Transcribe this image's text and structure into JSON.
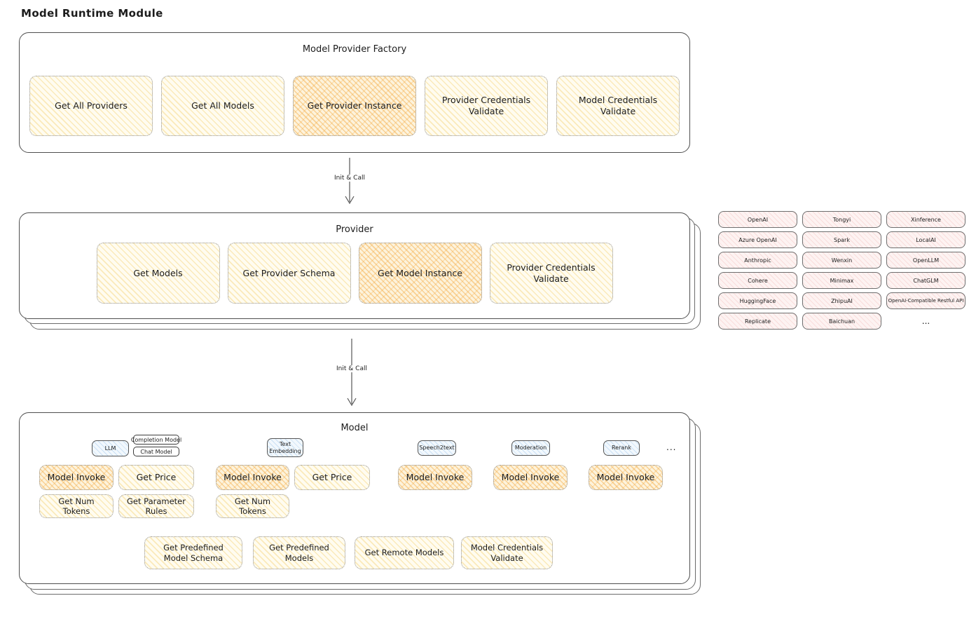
{
  "page_title": "Model Runtime Module",
  "colors": {
    "card_yellow": "#fff9e3",
    "card_accent_orange": "#f3a83b",
    "tab_blue": "#e3f0fa",
    "provider_pink": "#fdeeed",
    "outline_gray": "#4f4f4f"
  },
  "arrow1": {
    "label": "Init & Call"
  },
  "arrow2": {
    "label": "Init & Call"
  },
  "factory": {
    "title": "Model Provider Factory",
    "cards": [
      {
        "label": "Get All Providers",
        "accent": false
      },
      {
        "label": "Get All Models",
        "accent": false
      },
      {
        "label": "Get Provider Instance",
        "accent": true
      },
      {
        "label": "Provider Credentials Validate",
        "accent": false
      },
      {
        "label": "Model Credentials Validate",
        "accent": false
      }
    ]
  },
  "provider": {
    "title": "Provider",
    "cards": [
      {
        "label": "Get Models",
        "accent": false
      },
      {
        "label": "Get Provider Schema",
        "accent": false
      },
      {
        "label": "Get Model Instance",
        "accent": true
      },
      {
        "label": "Provider Credentials Validate",
        "accent": false
      }
    ]
  },
  "providers_panel": {
    "items": [
      [
        "OpenAI",
        "Tongyi",
        "Xinference"
      ],
      [
        "Azure OpenAI",
        "Spark",
        "LocalAI"
      ],
      [
        "Anthropic",
        "Wenxin",
        "OpenLLM"
      ],
      [
        "Cohere",
        "Minimax",
        "ChatGLM"
      ],
      [
        "HuggingFace",
        "ZhipuAI",
        "OpenAI-Compatible Restful API"
      ],
      [
        "Replicate",
        "Baichuan"
      ]
    ],
    "more_label": "..."
  },
  "model": {
    "title": "Model",
    "tab_llm": "LLM",
    "tab_completion": "Completion Model",
    "tab_chat": "Chat Model",
    "tab_text_embedding": "Text Embedding",
    "tab_speech2text": "Speech2text",
    "tab_moderation": "Moderation",
    "tab_rerank": "Rerank",
    "more_label": "...",
    "row1": [
      {
        "label": "Model Invoke",
        "accent": true
      },
      {
        "label": "Get Price",
        "accent": false
      },
      {
        "label": "Model Invoke",
        "accent": true
      },
      {
        "label": "Get Price",
        "accent": false
      },
      {
        "label": "Model Invoke",
        "accent": true
      },
      {
        "label": "Model Invoke",
        "accent": true
      },
      {
        "label": "Model Invoke",
        "accent": true
      }
    ],
    "row2": [
      "Get Num Tokens",
      "Get Parameter Rules",
      "Get Num Tokens"
    ],
    "row3": [
      "Get Predefined Model Schema",
      "Get Predefined Models",
      "Get Remote Models",
      "Model Credentials Validate"
    ]
  }
}
